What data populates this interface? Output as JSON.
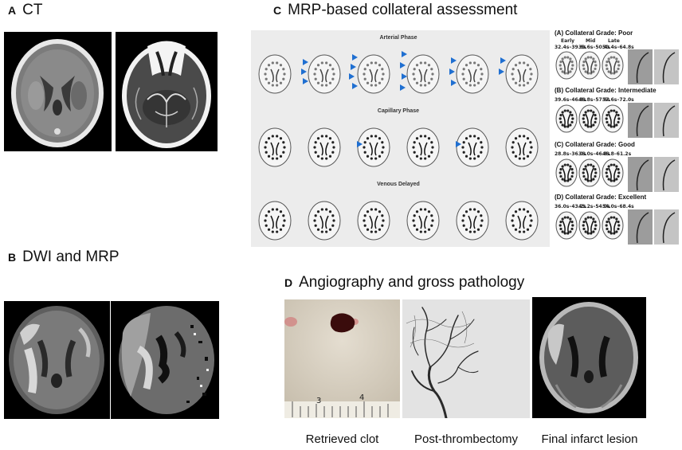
{
  "panels": {
    "A": {
      "letter": "A",
      "title": "CT"
    },
    "B": {
      "letter": "B",
      "title": "DWI and MRP"
    },
    "C": {
      "letter": "C",
      "title": "MRP-based collateral assessment",
      "phases": [
        "Arterial Phase",
        "Capillary Phase",
        "Venous Delayed"
      ],
      "grades": [
        {
          "title": "(A)  Collateral Grade: Poor",
          "column_headers": [
            "Early",
            "Mid",
            "Late"
          ],
          "times": [
            "32.4s–39.6s",
            "39.6s–50.4s",
            "50.4s–64.8s"
          ]
        },
        {
          "title": "(B)  Collateral Grade: Intermediate",
          "times": [
            "39.6s–46.8s",
            "46.8s–57.6s",
            "57.6s–72.0s"
          ]
        },
        {
          "title": "(C)  Collateral Grade: Good",
          "times": [
            "28.8s–36.0s",
            "36.0s–46.8s",
            "46.8–61.2s"
          ]
        },
        {
          "title": "(D)  Collateral Grade: Excellent",
          "times": [
            "36.0s–43.2s",
            "43.2s–54.0s",
            "54.0s–68.4s"
          ]
        }
      ]
    },
    "D": {
      "letter": "D",
      "title": "Angiography and gross pathology",
      "ruler_numbers": [
        "3",
        "4"
      ],
      "captions": [
        "Retrieved clot",
        "Post-thrombectomy",
        "Final infarct lesion"
      ]
    }
  },
  "colors": {
    "arrow": "#1f6fd1",
    "clot": "#3a0c0c"
  }
}
